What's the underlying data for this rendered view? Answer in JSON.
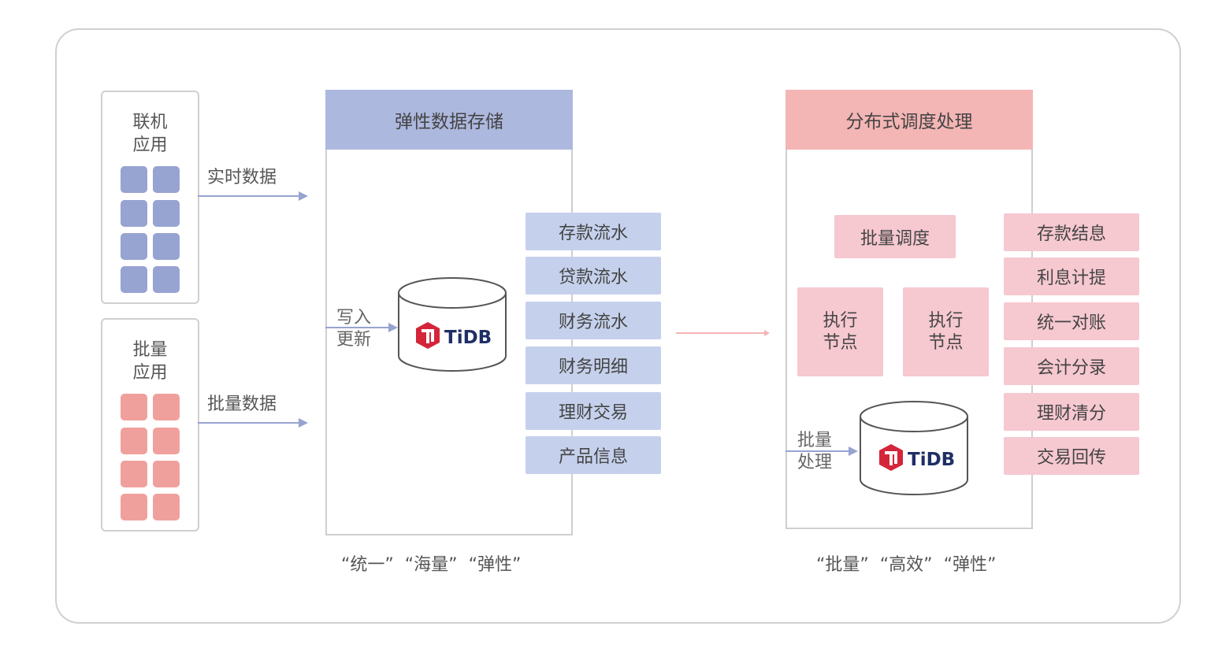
{
  "online_app": {
    "label_line1": "联机",
    "label_line2": "应用"
  },
  "batch_app": {
    "label_line1": "批量",
    "label_line2": "应用"
  },
  "arrows": {
    "realtime": "实时数据",
    "batch": "批量数据",
    "write_line1": "写入",
    "write_line2": "更新",
    "process_line1": "批量",
    "process_line2": "处理"
  },
  "storage": {
    "title": "弹性数据存储",
    "db": "TiDB",
    "items": [
      "存款流水",
      "贷款流水",
      "财务流水",
      "财务明细",
      "理财交易",
      "产品信息"
    ],
    "caption": "“统一”  “海量”  “弹性”"
  },
  "scheduler": {
    "title": "分布式调度处理",
    "batch_schedule": "批量调度",
    "node1_line1": "执行",
    "node1_line2": "节点",
    "node2_line1": "执行",
    "node2_line2": "节点",
    "db": "TiDB",
    "items": [
      "存款结息",
      "利息计提",
      "统一对账",
      "会计分录",
      "理财清分",
      "交易回传"
    ],
    "caption": "“批量”  “高效”  “弹性”"
  },
  "colors": {
    "blue_header": "#adb8de",
    "blue_item": "#c5d1ec",
    "blue_square": "#97a3d1",
    "pink_header": "#f4b5b5",
    "pink_item": "#f6c8d0",
    "pink_square": "#f0a09c",
    "tidb_red": "#d4253a",
    "tidb_navy": "#1f2f66"
  }
}
